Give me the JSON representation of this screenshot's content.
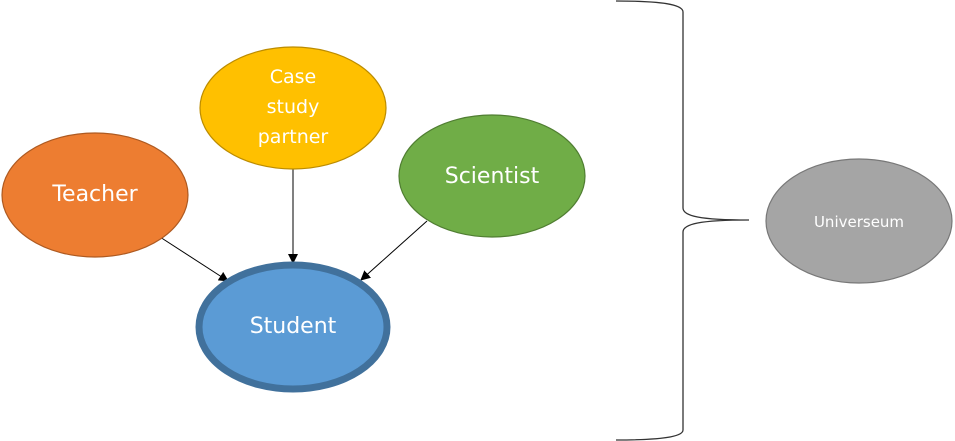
{
  "diagram": {
    "nodes": [
      {
        "id": "teacher",
        "label": [
          "Teacher"
        ],
        "fill": "#ED7D31",
        "stroke": "#AE5A21"
      },
      {
        "id": "case-study-partner",
        "label": [
          "Case",
          "study",
          "partner"
        ],
        "fill": "#FFC000",
        "stroke": "#BC8C00"
      },
      {
        "id": "scientist",
        "label": [
          "Scientist"
        ],
        "fill": "#70AD47",
        "stroke": "#507E32"
      },
      {
        "id": "student",
        "label": [
          "Student"
        ],
        "fill": "#5B9BD5",
        "stroke": "#41719C"
      },
      {
        "id": "universeum",
        "label": [
          "Universeum"
        ],
        "fill": "#A5A5A5",
        "stroke": "#787878"
      }
    ],
    "edges": [
      {
        "from": "teacher",
        "to": "student"
      },
      {
        "from": "case-study-partner",
        "to": "student"
      },
      {
        "from": "scientist",
        "to": "student"
      }
    ],
    "brace": {
      "groups": [
        "teacher",
        "case-study-partner",
        "scientist",
        "student"
      ],
      "points_to": "universeum"
    }
  }
}
